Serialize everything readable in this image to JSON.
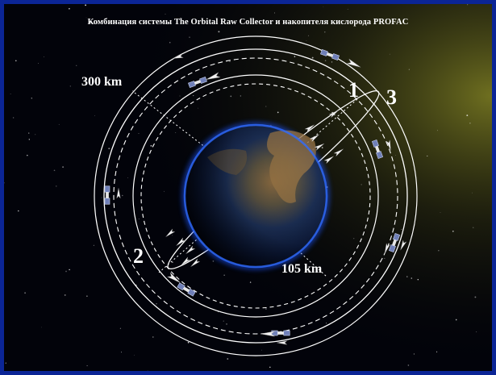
{
  "title": "Комбинация системы The Orbital Raw Collector и накопителя кислорода PROFAC",
  "labels": {
    "altitude_high": "300 km",
    "altitude_low": "105 km",
    "point_1": "1",
    "point_2": "2",
    "point_3": "3"
  },
  "colors": {
    "frame": "#0b2596",
    "space": "#02030a",
    "sun_glow": "#c8c832",
    "orbit_line": "#ffffff",
    "earth_rim": "#2f6bff"
  },
  "icons": {
    "spacecraft": "satellite-icon",
    "direction": "arrow-icon"
  }
}
